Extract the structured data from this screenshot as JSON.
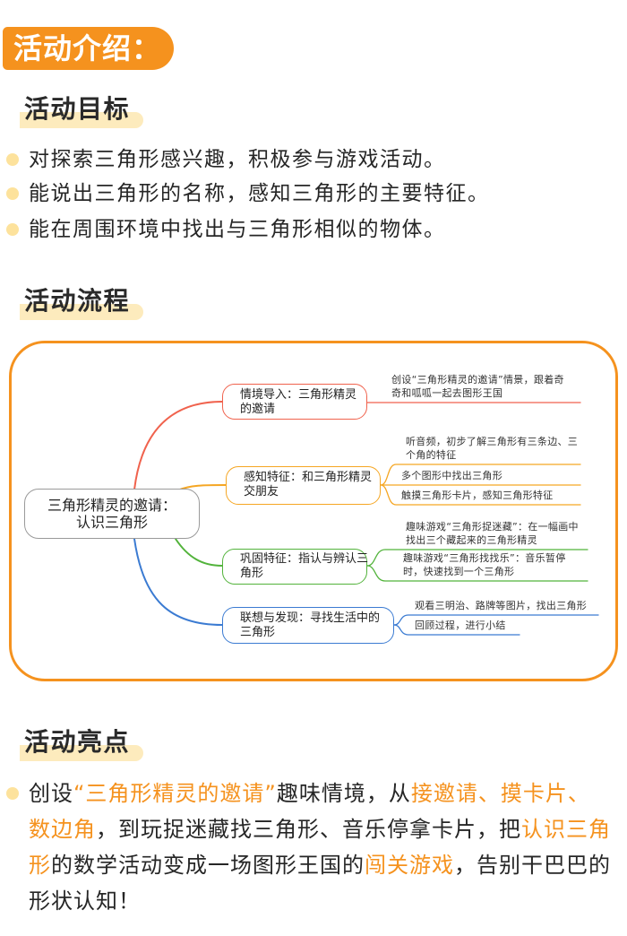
{
  "intro_tag": "活动介绍：",
  "colors": {
    "accent": "#f5921e",
    "heading_highlight": "#fdebbd",
    "bullet": "#fde29c",
    "emphasis": "#f5921e",
    "text": "#262626",
    "center_border": "#9a9a9a",
    "branch_1": "#f0624d",
    "branch_2": "#f5a623",
    "branch_3": "#52b33b",
    "branch_4": "#3b7bd2"
  },
  "goals": {
    "heading": "活动目标",
    "items": [
      "对探索三角形感兴趣，积极参与游戏活动。",
      "能说出三角形的名称，感知三角形的主要特征。",
      "能在周围环境中找出与三角形相似的物体。"
    ]
  },
  "process": {
    "heading": "活动流程",
    "mindmap": {
      "center": [
        "三角形精灵的邀请：",
        "认识三角形"
      ],
      "branches": [
        {
          "title": [
            "情境导入：三角形精灵",
            "的邀请"
          ],
          "leaves": [
            [
              "创设“三角形精灵的邀请”情景，跟着奇",
              "奇和呱呱一起去图形王国"
            ]
          ]
        },
        {
          "title": [
            "感知特征：和三角形精灵",
            "交朋友"
          ],
          "leaves": [
            [
              "听音频，初步了解三角形有三条边、三",
              "个角的特征"
            ],
            [
              "多个图形中找出三角形"
            ],
            [
              "触摸三角形卡片，感知三角形特征"
            ]
          ]
        },
        {
          "title": [
            "巩固特征：指认与辨认三",
            "角形"
          ],
          "leaves": [
            [
              "趣味游戏“三角形捉迷藏”：在一幅画中",
              "找出三个藏起来的三角形精灵"
            ],
            [
              "趣味游戏“三角形找找乐”：音乐暂停",
              "时，快速找到一个三角形"
            ]
          ]
        },
        {
          "title": [
            "联想与发现：寻找生活中的",
            "三角形"
          ],
          "leaves": [
            [
              "观看三明治、路牌等图片，找出三角形"
            ],
            [
              "回顾过程，进行小结"
            ]
          ]
        }
      ]
    }
  },
  "highlights": {
    "heading": "活动亮点",
    "lines": [
      [
        {
          "text": "创设",
          "emphasis": false
        },
        {
          "text": "“三角形精灵的邀请”",
          "emphasis": true
        },
        {
          "text": "趣味情境，从",
          "emphasis": false
        },
        {
          "text": "接邀请、摸卡片、",
          "emphasis": true
        }
      ],
      [
        {
          "text": "数边角",
          "emphasis": true
        },
        {
          "text": "，到玩捉迷藏找三角形、音乐停拿卡片，把",
          "emphasis": false
        },
        {
          "text": "认识三角",
          "emphasis": true
        }
      ],
      [
        {
          "text": "形",
          "emphasis": true
        },
        {
          "text": "的数学活动变成一场图形王国的",
          "emphasis": false
        },
        {
          "text": "闯关游戏",
          "emphasis": true
        },
        {
          "text": "，告别干巴巴的",
          "emphasis": false
        }
      ],
      [
        {
          "text": "形状认知！",
          "emphasis": false
        }
      ]
    ]
  }
}
